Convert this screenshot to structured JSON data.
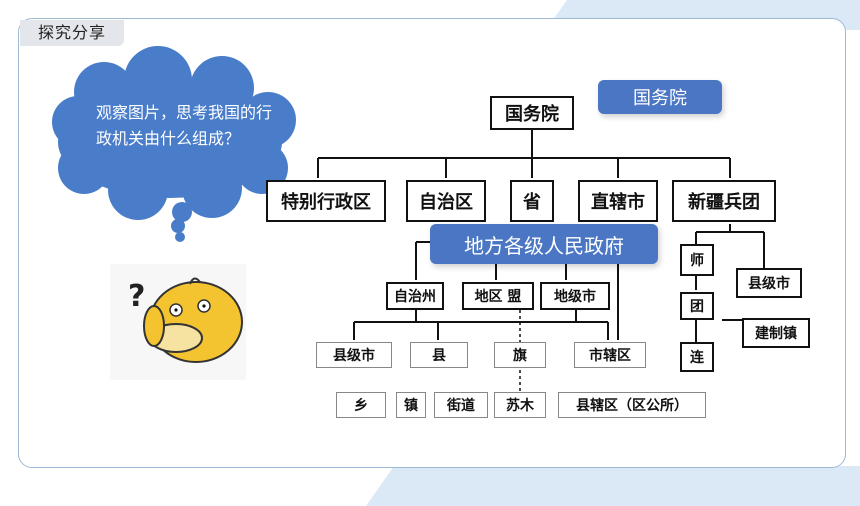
{
  "section_tag": "探究分享",
  "cloud": {
    "text": "观察图片，思考我国的行政机关由什么组成？"
  },
  "callouts": {
    "state_council": "国务院",
    "local_govt": "地方各级人民政府"
  },
  "org": {
    "root": "国务院",
    "level1": [
      "特别行政区",
      "自治区",
      "省",
      "直辖市",
      "新疆兵团"
    ],
    "level2": [
      "自治州",
      "地区 盟",
      "地级市"
    ],
    "level3": [
      "县级市",
      "县",
      "旗",
      "市辖区"
    ],
    "level4": [
      "乡",
      "镇",
      "街道",
      "苏木",
      "县辖区（区公所）"
    ],
    "corps": [
      "师",
      "县级市",
      "团",
      "建制镇",
      "连"
    ]
  },
  "colors": {
    "callout_bg": "#4a76c4",
    "cloud_bg": "#4a7dc9",
    "frame_border": "#9db9d6"
  },
  "icons": {
    "mascot": "thinking-duck-icon"
  }
}
